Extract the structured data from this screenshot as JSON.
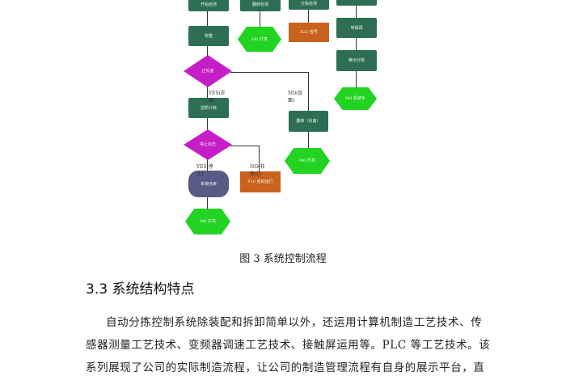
{
  "figure": {
    "nodes": {
      "start": "开始检测",
      "weigh": "称重",
      "front_back": "正反面",
      "count": "拍照计数",
      "stop_flag": "停止标志",
      "end": "系统结束",
      "lamp1": "M0 灯亮",
      "mid_top": "翻转检测",
      "mid_hex": "M0 灯亮",
      "right_top": "分拣检测",
      "orange_top": "X22 信号",
      "far_top": "",
      "far_2": "电磁阀",
      "far_3": "推出分拣",
      "far_hex": "M0 机械手",
      "flip": "翻转（反面）",
      "flip_hex": "M0 灯亮",
      "orange_no": "Y10 自动运行"
    },
    "labels": {
      "yes1": "YES(正面)",
      "no1": "NO(反面)",
      "yes2": "YES(停止)",
      "no2": "NO(非停止)"
    },
    "colors": {
      "process": "#2d6e55",
      "decision": "#c61ec6",
      "output": "#22d322",
      "signal": "#c8621c",
      "terminal": "#5a5a86"
    }
  },
  "caption": "图 3 系统控制流程",
  "heading": "3.3 系统结构特点",
  "paragraph": [
    "自动分拣控制系统除装配和拆卸简单以外，还运用计算机制造工艺技术、传",
    "感器测量工艺技术、变频器调速工艺技术、接触屏运用等。PLC 等工艺技术。该",
    "系列展现了公司的实际制造流程，让公司的制造管理流程有自身的展示平台，直"
  ]
}
